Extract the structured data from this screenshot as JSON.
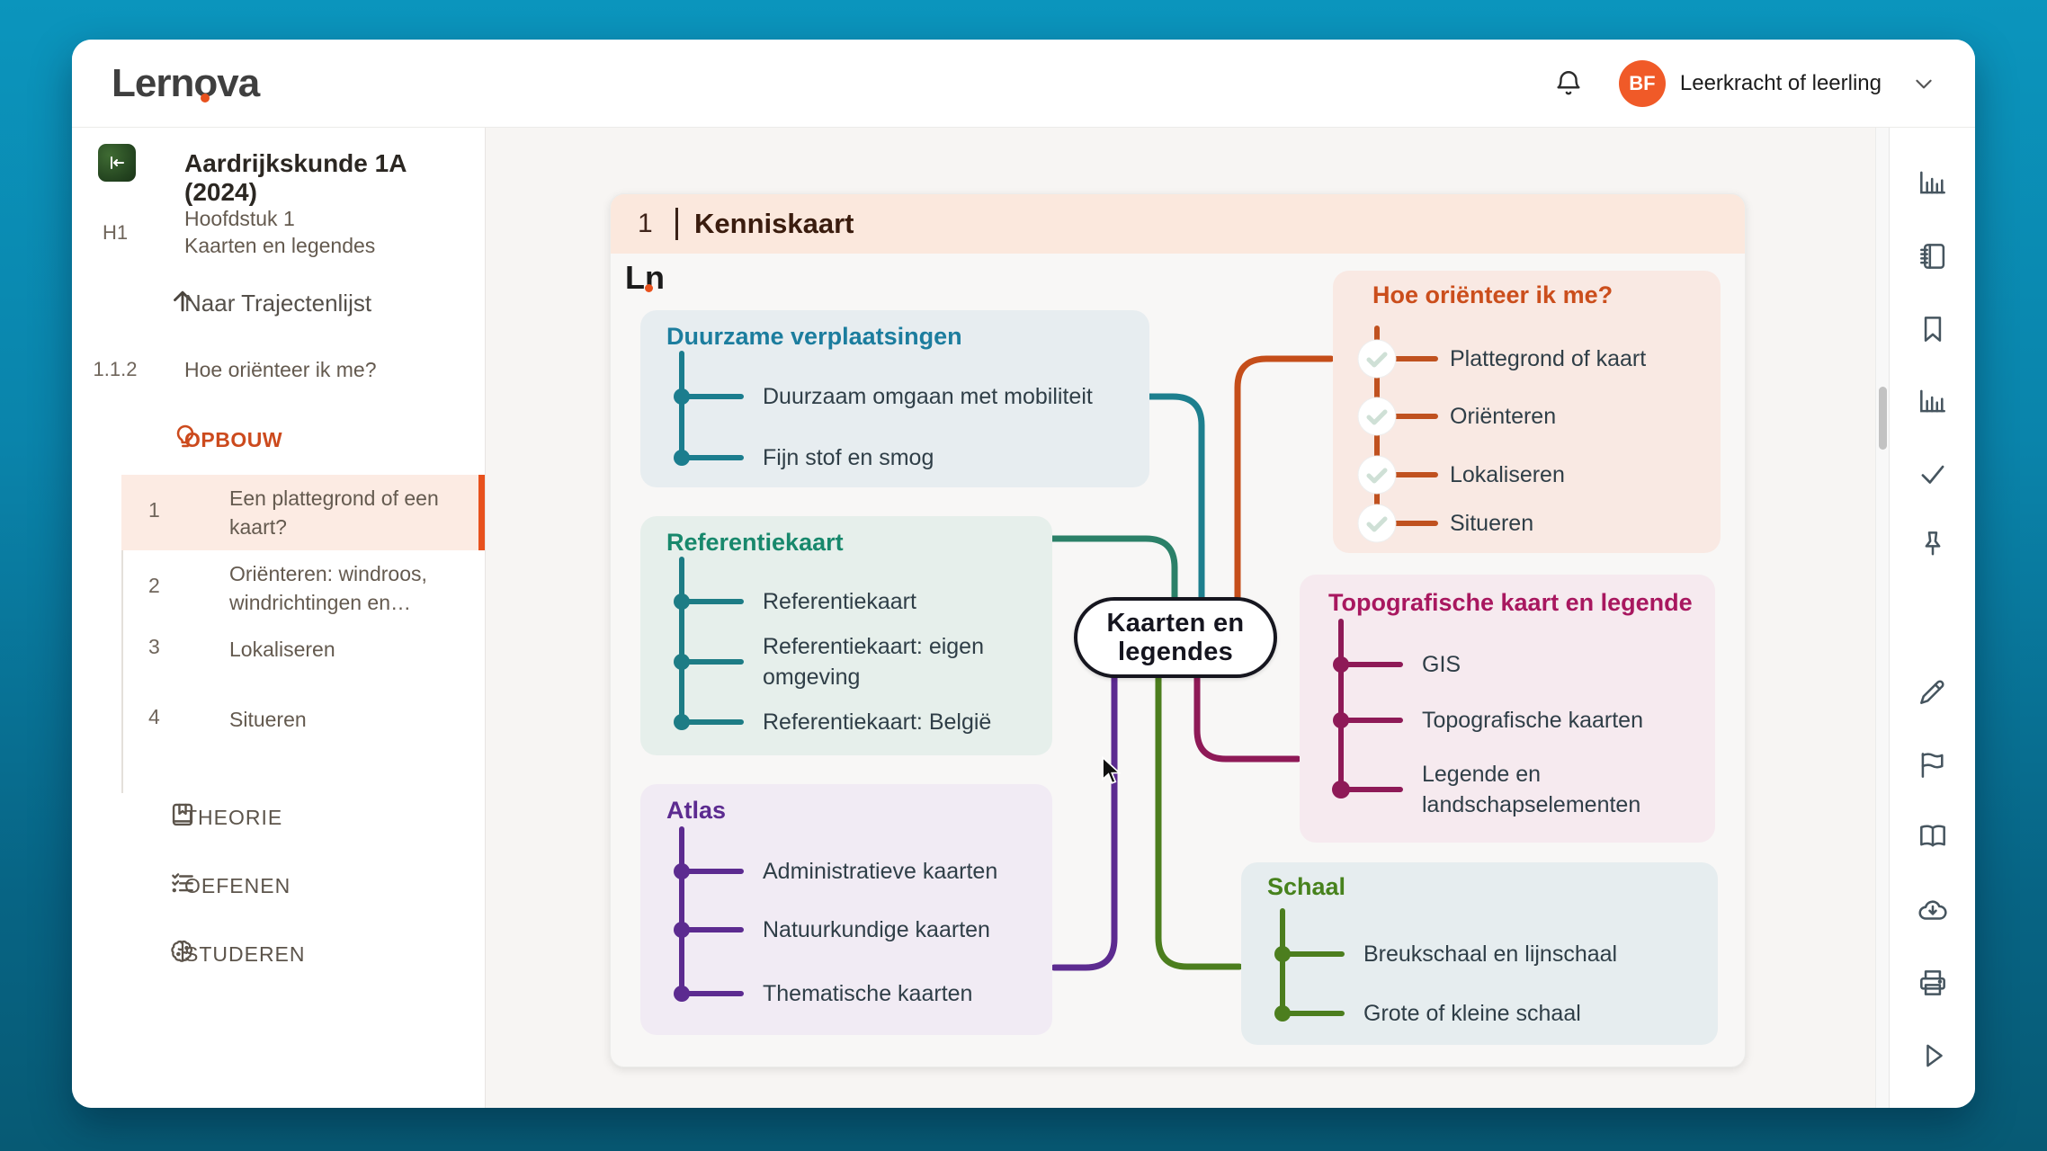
{
  "topbar": {
    "logo": "Lernova",
    "user_initials": "BF",
    "user_label": "Leerkracht of leerling"
  },
  "sidebar": {
    "course_title": "Aardrijkskunde 1A (2024)",
    "chapter_badge": "H1",
    "chapter_line1": "Hoofdstuk 1",
    "chapter_line2": "Kaarten en legendes",
    "trajectlist_label": "Naar Trajectenlijst",
    "lesson_badge": "1.1.2",
    "lesson_label": "Hoe oriënteer ik me?",
    "opbouw_label": "OPBOUW",
    "opbouw_items": [
      {
        "num": "1",
        "label": "Een plattegrond of een kaart?",
        "active": true
      },
      {
        "num": "2",
        "label": "Oriënteren: windroos, windrichtingen en…",
        "active": false
      },
      {
        "num": "3",
        "label": "Lokaliseren",
        "active": false
      },
      {
        "num": "4",
        "label": "Situeren",
        "active": false
      }
    ],
    "theorie_label": "THEORIE",
    "oefenen_label": "OEFENEN",
    "studeren_label": "STUDEREN"
  },
  "card": {
    "number": "1",
    "title": "Kenniskaart",
    "logo": "Ln"
  },
  "mindmap": {
    "center_line1": "Kaarten en",
    "center_line2": "legendes",
    "boxes": [
      {
        "title": "Duurzame verplaatsingen",
        "color": "#1c7d9e",
        "items": [
          "Duurzaam omgaan met mobiliteit",
          "Fijn stof en smog"
        ]
      },
      {
        "title": "Referentiekaart",
        "color": "#18886c",
        "items": [
          "Referentiekaart",
          "Referentiekaart: eigen omgeving",
          "Referentiekaart: België"
        ]
      },
      {
        "title": "Atlas",
        "color": "#5c2b90",
        "items": [
          "Administratieve kaarten",
          "Natuurkundige kaarten",
          "Thematische kaarten"
        ]
      },
      {
        "title": "Hoe oriënteer ik me?",
        "color": "#cb4e1c",
        "checked": true,
        "items": [
          "Plattegrond of kaart",
          "Oriënteren",
          "Lokaliseren",
          "Situeren"
        ]
      },
      {
        "title": "Topografische kaart en legende",
        "color": "#a8175f",
        "items": [
          "GIS",
          "Topografische kaarten",
          "Legende en landschapselementen"
        ]
      },
      {
        "title": "Schaal",
        "color": "#47821d",
        "items": [
          "Breukschaal en lijnschaal",
          "Grote of kleine schaal"
        ]
      }
    ]
  },
  "toolbar": {
    "icons": [
      "bar-chart",
      "notebook",
      "bookmark",
      "bar-chart-2",
      "check",
      "pin",
      "pencil",
      "flag",
      "open-book",
      "cloud-download",
      "printer",
      "play"
    ]
  },
  "colors": {
    "accent_orange": "#e8511d",
    "avatar_orange": "#f05a28",
    "header_peach": "#fbe8dd",
    "desktop_teal": "#0a84ab"
  }
}
